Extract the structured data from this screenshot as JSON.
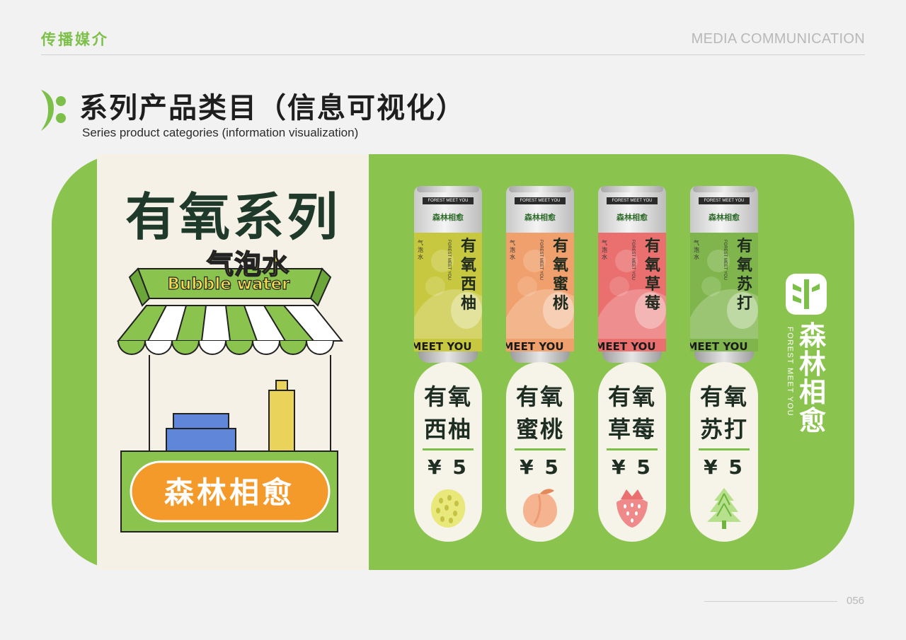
{
  "header": {
    "section_cn": "传播媒介",
    "section_en": "MEDIA COMMUNICATION"
  },
  "title": {
    "cn": "系列产品类目（信息可视化）",
    "en": "Series product categories (information visualization)"
  },
  "left": {
    "series_title": "有氧系列",
    "sign_cn": "气泡水",
    "sign_en": "Bubble water",
    "shop_brand": "森林相愈"
  },
  "products": [
    {
      "name_line1": "有氧",
      "name_line2": "西柚",
      "can_name": [
        "有",
        "氧",
        "西",
        "柚"
      ],
      "price": "¥ 5",
      "color": "#c8c840",
      "icon": "grapefruit-icon"
    },
    {
      "name_line1": "有氧",
      "name_line2": "蜜桃",
      "can_name": [
        "有",
        "氧",
        "蜜",
        "桃"
      ],
      "price": "¥ 5",
      "color": "#f0a06c",
      "icon": "peach-icon"
    },
    {
      "name_line1": "有氧",
      "name_line2": "草莓",
      "can_name": [
        "有",
        "氧",
        "草",
        "莓"
      ],
      "price": "¥ 5",
      "color": "#ea6f6f",
      "icon": "strawberry-icon"
    },
    {
      "name_line1": "有氧",
      "name_line2": "苏打",
      "can_name": [
        "有",
        "氧",
        "苏",
        "打"
      ],
      "price": "¥ 5",
      "color": "#7fb54c",
      "icon": "tree-icon"
    }
  ],
  "can": {
    "top_tag": "FOREST MEET YOU",
    "logo": "森林相愈",
    "side_cn": "气泡水",
    "vert_en": "FOREST MEET YOU",
    "bottom_text": "T MEET YOU"
  },
  "brand": {
    "name": "森林相愈",
    "sub": "FOREST MEET YOU"
  },
  "footer": {
    "page": "056"
  }
}
